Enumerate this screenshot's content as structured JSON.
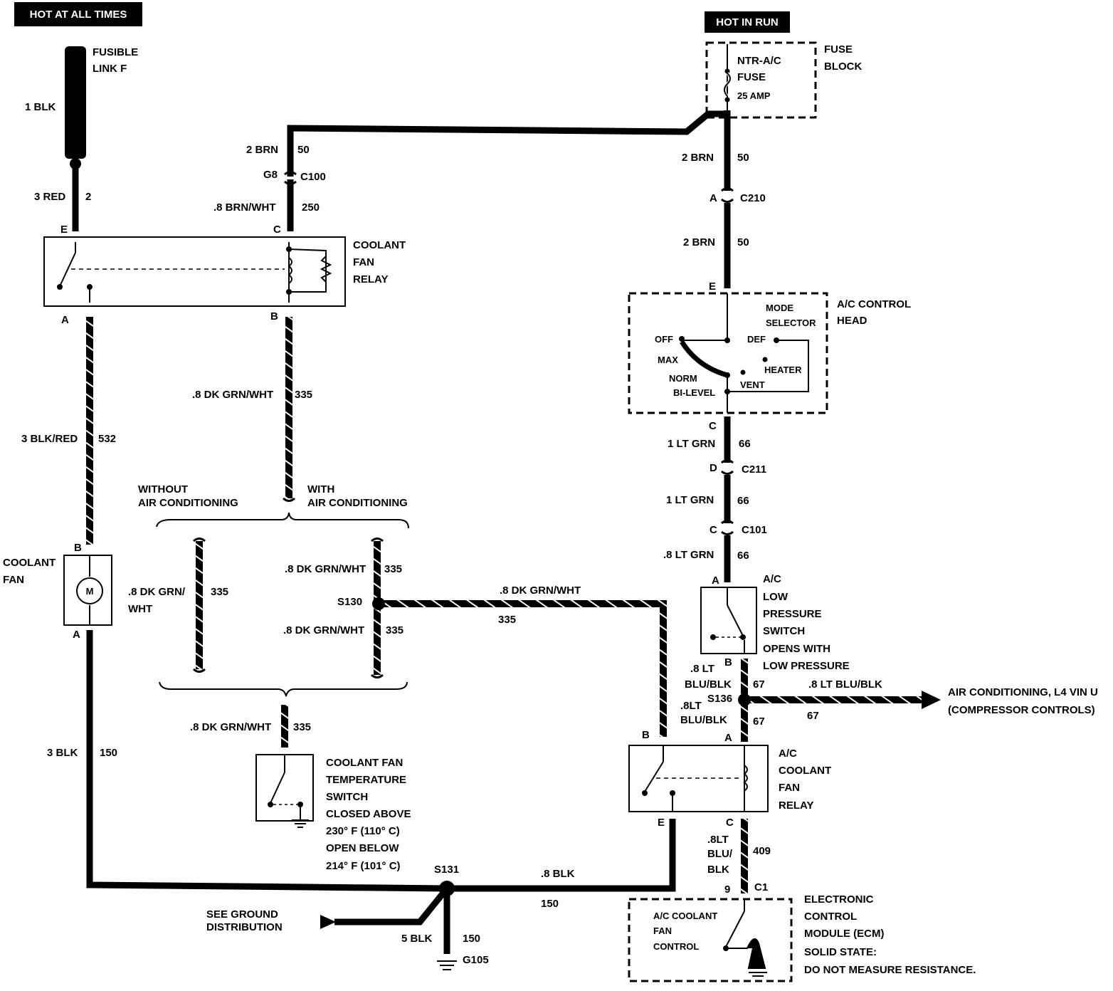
{
  "sources": {
    "hot_at_all_times": "HOT AT ALL TIMES",
    "hot_in_run": "HOT IN RUN"
  },
  "fusible_link": {
    "line1": "FUSIBLE",
    "line2": "LINK F",
    "wire_top": "1 BLK"
  },
  "wires": {
    "red_e": "3 RED",
    "red_e_circ": "2",
    "brn_50_left": "2 BRN",
    "brn_50_left_circ": "50",
    "c100_pin": "G8",
    "c100": "C100",
    "brn_wht": ".8 BRN/WHT",
    "brn_wht_circ": "250",
    "blk_red": "3 BLK/RED",
    "blk_red_circ": "532",
    "dkgrn_wht_b": ".8 DK GRN/WHT",
    "dkgrn_wht_b_circ": "335",
    "without_ac_1": "WITHOUT",
    "without_ac_2": "AIR CONDITIONING",
    "with_ac_1": "WITH",
    "with_ac_2": "AIR CONDITIONING",
    "dkgrn_wht_left_1": ".8 DK GRN/",
    "dkgrn_wht_left_2": "WHT",
    "dkgrn_wht_left_circ": "335",
    "dkgrn_wht_top": ".8 DK GRN/WHT",
    "dkgrn_wht_top_circ": "335",
    "s130": "S130",
    "dkgrn_wht_mid": ".8 DK GRN/WHT",
    "dkgrn_wht_mid_circ": "335",
    "dkgrn_wht_h": ".8 DK GRN/WHT",
    "dkgrn_wht_h_circ": "335",
    "dkgrn_wht_switch": ".8 DK GRN/WHT",
    "dkgrn_wht_switch_circ": "335",
    "blk_150": "3 BLK",
    "blk_150_circ": "150",
    "s131": "S131",
    "blk_8": ".8 BLK",
    "blk_8_circ": "150",
    "see_ground_1": "SEE GROUND",
    "see_ground_2": "DISTRIBUTION",
    "blk_5": "5 BLK",
    "blk_5_circ": "150",
    "g105": "G105",
    "brn_fuse": "2 BRN",
    "brn_fuse_circ": "50",
    "c210_pin": "A",
    "c210": "C210",
    "brn_head": "2 BRN",
    "brn_head_circ": "50",
    "ltgrn_1": "1 LT GRN",
    "ltgrn_1_circ": "66",
    "c211_pin": "D",
    "c211": "C211",
    "ltgrn_2": "1 LT GRN",
    "ltgrn_2_circ": "66",
    "c101_pin": "C",
    "c101": "C101",
    "ltgrn_3": ".8 LT GRN",
    "ltgrn_3_circ": "66",
    "ltblu_1a": ".8 LT",
    "ltblu_1b": "BLU/BLK",
    "ltblu_1_circ": "67",
    "s136": "S136",
    "ltblu_2a": ".8LT",
    "ltblu_2b": "BLU/BLK",
    "ltblu_2_circ": "67",
    "ltblu_h": ".8 LT BLU/BLK",
    "ltblu_h_circ": "67",
    "ac_dest_1": "AIR CONDITIONING, L4 VIN U",
    "ac_dest_2": "(COMPRESSOR CONTROLS)",
    "ltblu_3a": ".8LT",
    "ltblu_3b": "BLU/",
    "ltblu_3c": "BLK",
    "ltblu_3_circ": "409",
    "ecm_pin": "9",
    "ecm_conn": "C1"
  },
  "pins": {
    "cfr_e": "E",
    "cfr_c": "C",
    "cfr_a": "A",
    "cfr_b": "B",
    "fan_b": "B",
    "fan_a": "A",
    "head_e": "E",
    "head_c": "C",
    "lps_a": "A",
    "lps_b": "B",
    "acr_b": "B",
    "acr_a": "A",
    "acr_e": "E",
    "acr_c": "C"
  },
  "components": {
    "coolant_fan_relay": [
      "COOLANT",
      "FAN",
      "RELAY"
    ],
    "coolant_fan": [
      "COOLANT",
      "FAN"
    ],
    "motor_symbol": "M",
    "temp_switch": [
      "COOLANT FAN",
      "TEMPERATURE",
      "SWITCH"
    ],
    "temp_switch_notes": [
      "CLOSED ABOVE",
      "230° F (110° C)",
      "OPEN BELOW",
      "214° F (101° C)"
    ],
    "fuse_block": [
      "FUSE",
      "BLOCK"
    ],
    "fuse": [
      "NTR-A/C",
      "FUSE",
      "25 AMP"
    ],
    "ac_control_head": [
      "A/C CONTROL",
      "HEAD"
    ],
    "mode_selector": [
      "MODE",
      "SELECTOR"
    ],
    "modes": {
      "off": "OFF",
      "max": "MAX",
      "norm": "NORM",
      "bilevel": "BI-LEVEL",
      "def": "DEF",
      "heater": "HEATER",
      "vent": "VENT"
    },
    "ac_low_pressure_switch": [
      "A/C",
      "LOW",
      "PRESSURE",
      "SWITCH"
    ],
    "lps_notes": [
      "OPENS WITH",
      "LOW PRESSURE"
    ],
    "ac_coolant_fan_relay": [
      "A/C",
      "COOLANT",
      "FAN",
      "RELAY"
    ],
    "ecm_inner": [
      "A/C COOLANT",
      "FAN",
      "CONTROL"
    ],
    "ecm": [
      "ELECTRONIC",
      "CONTROL",
      "MODULE (ECM)"
    ],
    "ecm_notes": [
      "SOLID STATE:",
      "DO NOT MEASURE RESISTANCE."
    ]
  }
}
